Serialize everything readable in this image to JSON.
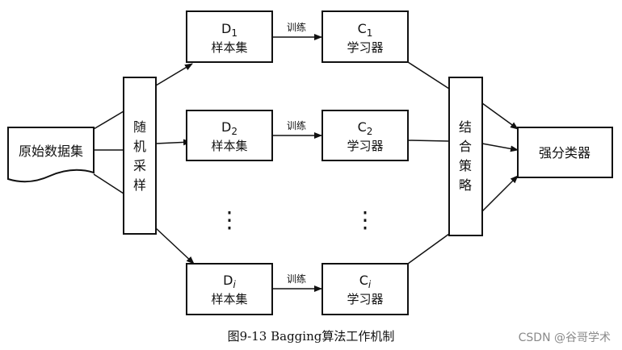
{
  "diagram": {
    "source": "原始数据集",
    "sampling": [
      "随",
      "机",
      "采",
      "样"
    ],
    "train_label": "训练",
    "samples": [
      {
        "name": "D",
        "sub": "1",
        "label": "样本集"
      },
      {
        "name": "D",
        "sub": "2",
        "label": "样本集"
      },
      {
        "name": "D",
        "sub": "i",
        "label": "样本集"
      }
    ],
    "learners": [
      {
        "name": "C",
        "sub": "1",
        "label": "学习器"
      },
      {
        "name": "C",
        "sub": "2",
        "label": "学习器"
      },
      {
        "name": "C",
        "sub": "i",
        "label": "学习器"
      }
    ],
    "combine": [
      "结",
      "合",
      "策",
      "略"
    ],
    "output": "强分类器",
    "ellipsis": "⋮"
  },
  "caption": "图9-13 Bagging算法工作机制",
  "watermark": "CSDN @谷哥学术"
}
